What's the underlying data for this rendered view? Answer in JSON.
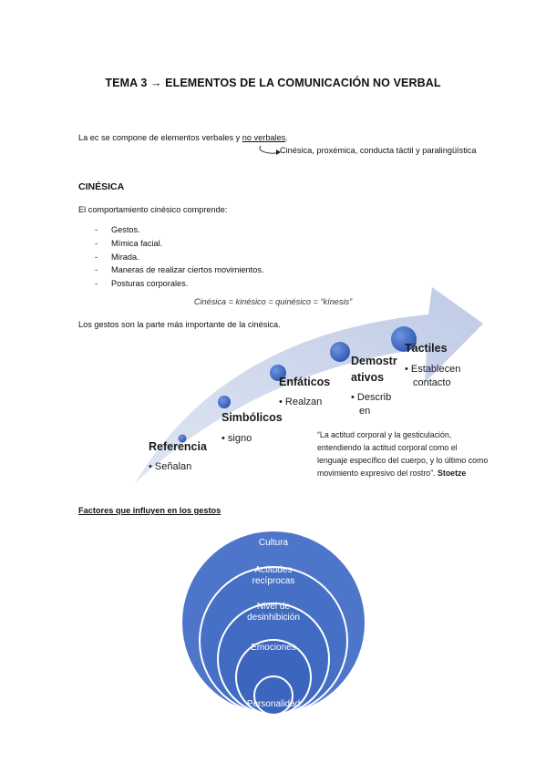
{
  "title": "TEMA 3 → ELEMENTOS DE LA COMUNICACIÓN NO VERBAL",
  "intro": {
    "prefix": "La ec se compone de elementos verbales y ",
    "underlined": "no verbales",
    "suffix": ".",
    "subline": "Cinésica, proxémica, conducta táctil y paralingüística"
  },
  "cinesica": {
    "heading": "CINÉSICA",
    "lead": "El comportamiento cinésico comprende:",
    "items": [
      "Gestos.",
      "Mímica facial.",
      "Mirada.",
      "Maneras de realizar ciertos movimientos.",
      "Posturas corporales."
    ],
    "formula": "Cinésica = kinésico = quinésico = “kínesis”",
    "gestures_line": "Los gestos son la parte más importante de la cinésica."
  },
  "arrow_diagram": {
    "steps": [
      {
        "label": "Referencia",
        "bullets": [
          "Señalan"
        ]
      },
      {
        "label": "Simbólicos",
        "bullets": [
          "signo"
        ]
      },
      {
        "label": "Enfáticos",
        "bullets": [
          "Realzan"
        ]
      },
      {
        "label_lines": [
          "Demostr",
          "ativos"
        ],
        "bullets": [
          "Describ",
          "en"
        ]
      },
      {
        "label": "Táctiles",
        "bullets": [
          "Establecen",
          "contacto"
        ]
      }
    ],
    "bullet_symbol": "•",
    "colors": {
      "arrow": "#c9d4ea",
      "node": "#3a66c4"
    }
  },
  "quote": {
    "lines": [
      "“La actitud corporal y la gesticulación,",
      "entendiendo la actitud corporal como el",
      "lenguaje específico del cuerpo, y lo último como",
      "movimiento expresivo del rostro”."
    ],
    "author": "Stoetze"
  },
  "factors": {
    "title": "Factores que influyen en los gestos",
    "rings": [
      "Cultura",
      "Actitudes recíprocas",
      "Nivel de desinhibición",
      "Emociones",
      "Personalidad"
    ],
    "ring_text_lines": [
      [
        "Cultura"
      ],
      [
        "Actitudes",
        "recíprocas"
      ],
      [
        "Nivel de",
        "desinhibición"
      ],
      [
        "Emociones"
      ],
      [
        "Personalidad"
      ]
    ],
    "colors": {
      "outer": "#4a73c8",
      "inner": "#3d66bd",
      "stroke": "#ffffff"
    }
  }
}
